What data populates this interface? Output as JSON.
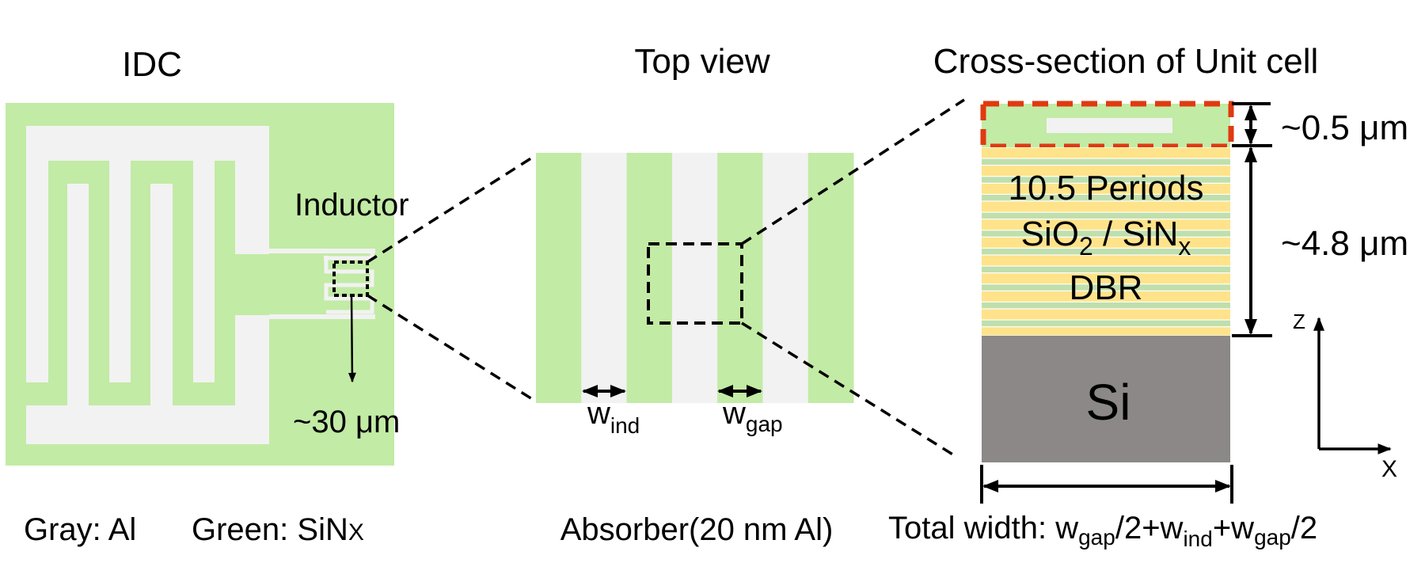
{
  "colors": {
    "sinx_green": "#c2eba5",
    "al_gray": "#f2f2f2",
    "dbr_yellow": "#ffe38a",
    "dbr_green": "#bfdfad",
    "si_gray": "#8c8888",
    "highlight_red": "#e03a10",
    "line_black": "#000000"
  },
  "panels": {
    "idc": {
      "title": "IDC",
      "inductor_label": "Inductor",
      "size_label": "~30 μm",
      "legend_gray": "Gray: Al",
      "legend_green_main": "Green: SiN",
      "legend_green_sub": "X"
    },
    "top_view": {
      "title": "Top view",
      "w_ind_main": "w",
      "w_ind_sub": "ind",
      "w_gap_main": "w",
      "w_gap_sub": "gap",
      "caption": "Absorber(20 nm Al)",
      "stripe_pattern": [
        "SiNx",
        "Al",
        "SiNx",
        "Al",
        "SiNx",
        "Al",
        "SiNx"
      ]
    },
    "cross_section": {
      "title": "Cross-section of Unit cell",
      "dbr_line1": "10.5 Periods",
      "dbr_line2_a": "SiO",
      "dbr_line2_a_sub": "2",
      "dbr_line2_b": " / SiN",
      "dbr_line2_b_sub": "x",
      "dbr_line3": "DBR",
      "dbr_periods": 10.5,
      "substrate_label": "Si",
      "top_thickness": "~0.5 μm",
      "dbr_thickness": "~4.8 μm",
      "axis_z": "Z",
      "axis_x": "X",
      "total_width_prefix": "Total width: ",
      "tw_w1": "w",
      "tw_w1_sub": "gap",
      "tw_mid1": "/2+",
      "tw_w2": "w",
      "tw_w2_sub": "ind",
      "tw_mid2": "+",
      "tw_w3": "w",
      "tw_w3_sub": "gap",
      "tw_end": "/2"
    }
  }
}
